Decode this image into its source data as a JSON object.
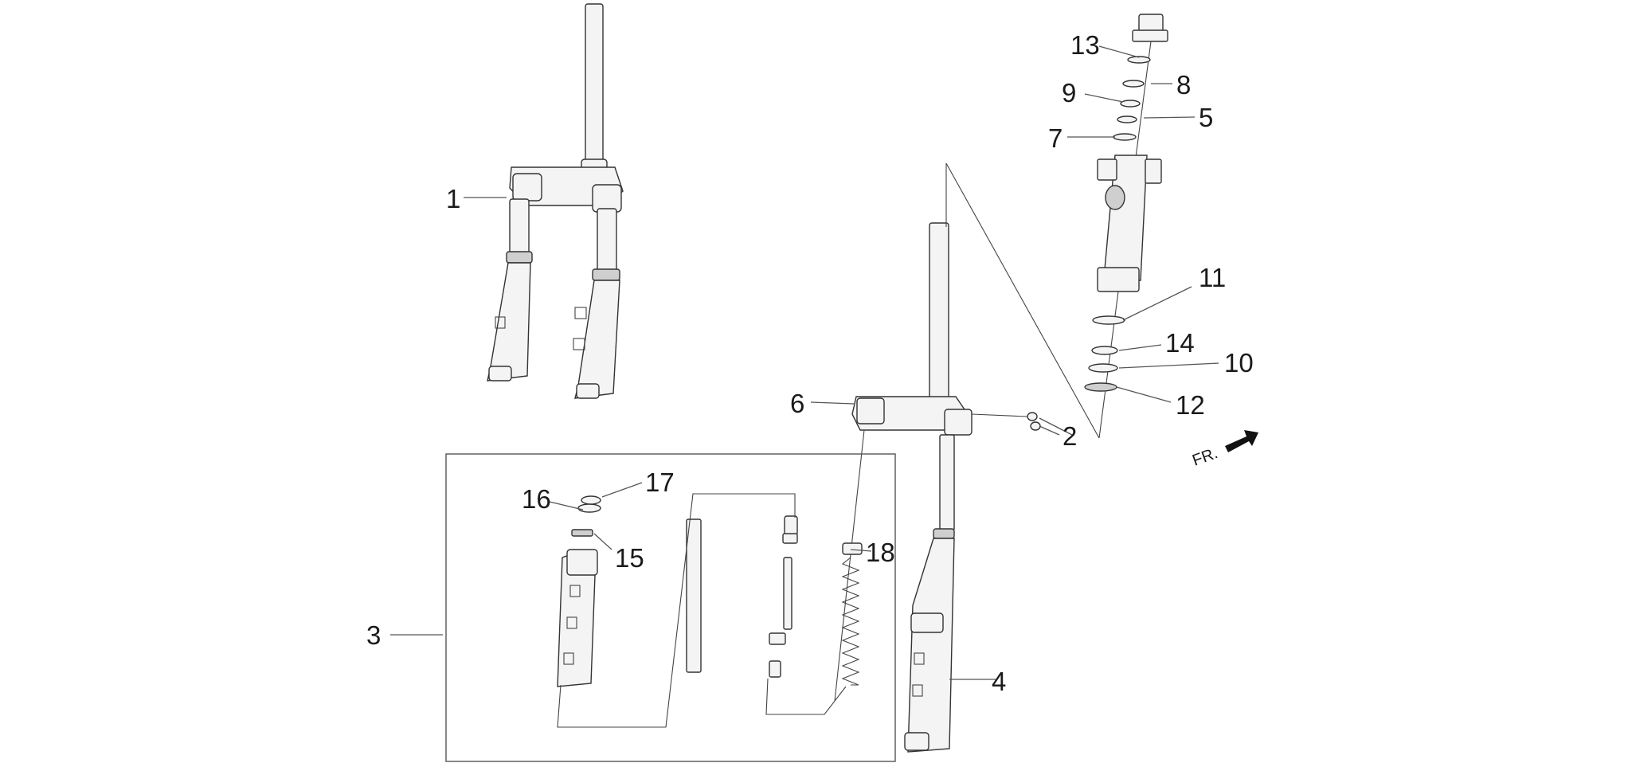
{
  "callouts": {
    "c1": "1",
    "c2": "2",
    "c3": "3",
    "c4": "4",
    "c5": "5",
    "c6": "6",
    "c7": "7",
    "c8": "8",
    "c9": "9",
    "c10": "10",
    "c11": "11",
    "c12": "12",
    "c13": "13",
    "c14": "14",
    "c15": "15",
    "c16": "16",
    "c17": "17",
    "c18": "18"
  },
  "direction_label": "FR.",
  "colors": {
    "line": "#333333",
    "part_fill": "#f4f4f4",
    "arrow": "#111111"
  }
}
